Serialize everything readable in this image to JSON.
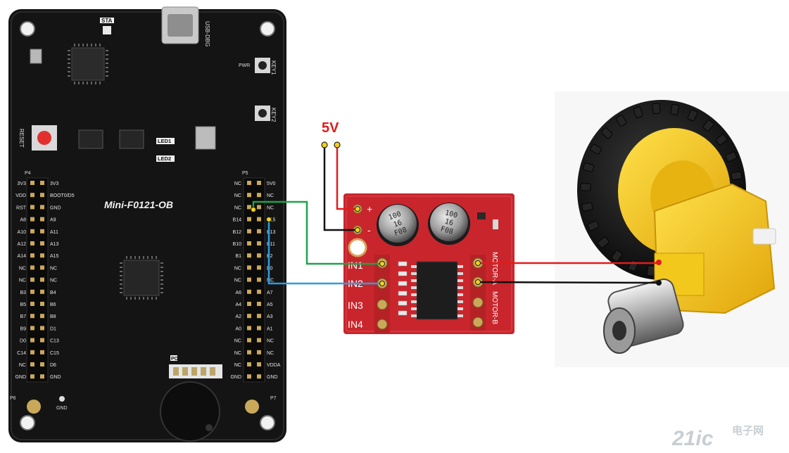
{
  "board": {
    "name": "Mini-F0121-OB",
    "usb_label": "USB-DBG",
    "sta_label": "STA",
    "reset_label": "RESET",
    "key1_label": "KEY1",
    "key2_label": "KEY2",
    "pwr_label": "PWR",
    "led1_label": "LED1",
    "led2_label": "LED2",
    "pot_label": "POT",
    "gnd_label": "GND",
    "p4_label": "P4",
    "p5_label": "P5",
    "p6_label": "P6",
    "p7_label": "P7",
    "left_pins_outer": [
      "3V3",
      "VDD",
      "RST",
      "A8",
      "A10",
      "A12",
      "A14",
      "NC",
      "NC",
      "B3",
      "B5",
      "B7",
      "B9",
      "D0",
      "C14",
      "NC",
      "GND"
    ],
    "left_pins_inner": [
      "3V3",
      "BOOT0/D5",
      "GND",
      "A9",
      "A11",
      "A13",
      "A15",
      "NC",
      "NC",
      "B4",
      "B6",
      "B8",
      "D1",
      "C13",
      "C15",
      "D6",
      "GND"
    ],
    "right_pins_outer": [
      "NC",
      "NC",
      "NC",
      "B14",
      "B12",
      "B10",
      "B1",
      "NC",
      "NC",
      "A6",
      "A4",
      "A2",
      "A0",
      "NC",
      "NC",
      "NC",
      "GND"
    ],
    "right_pins_inner": [
      "5V0",
      "NC",
      "NC",
      "B15",
      "B13",
      "B11",
      "B2",
      "B0",
      "NC",
      "A7",
      "A5",
      "A3",
      "A1",
      "NC",
      "NC",
      "VDDA",
      "GND"
    ]
  },
  "driver": {
    "plus_label": "+",
    "minus_label": "-",
    "in_labels": [
      "IN1",
      "IN2",
      "IN3",
      "IN4"
    ],
    "motor_a_label": "MOTOR-A",
    "motor_b_label": "MOTOR-B",
    "cap_text": [
      "100",
      "16",
      "F08"
    ]
  },
  "power": {
    "label": "5V"
  },
  "watermark": {
    "brand": "21ic",
    "cn": "电子网"
  },
  "colors": {
    "pcb_black": "#141414",
    "driver_red": "#c8262c",
    "wire_red": "#e11b1b",
    "wire_green": "#1fa24a",
    "wire_blue": "#2f9be0",
    "wire_black": "#111111",
    "wheel_yellow": "#f4c21a"
  }
}
